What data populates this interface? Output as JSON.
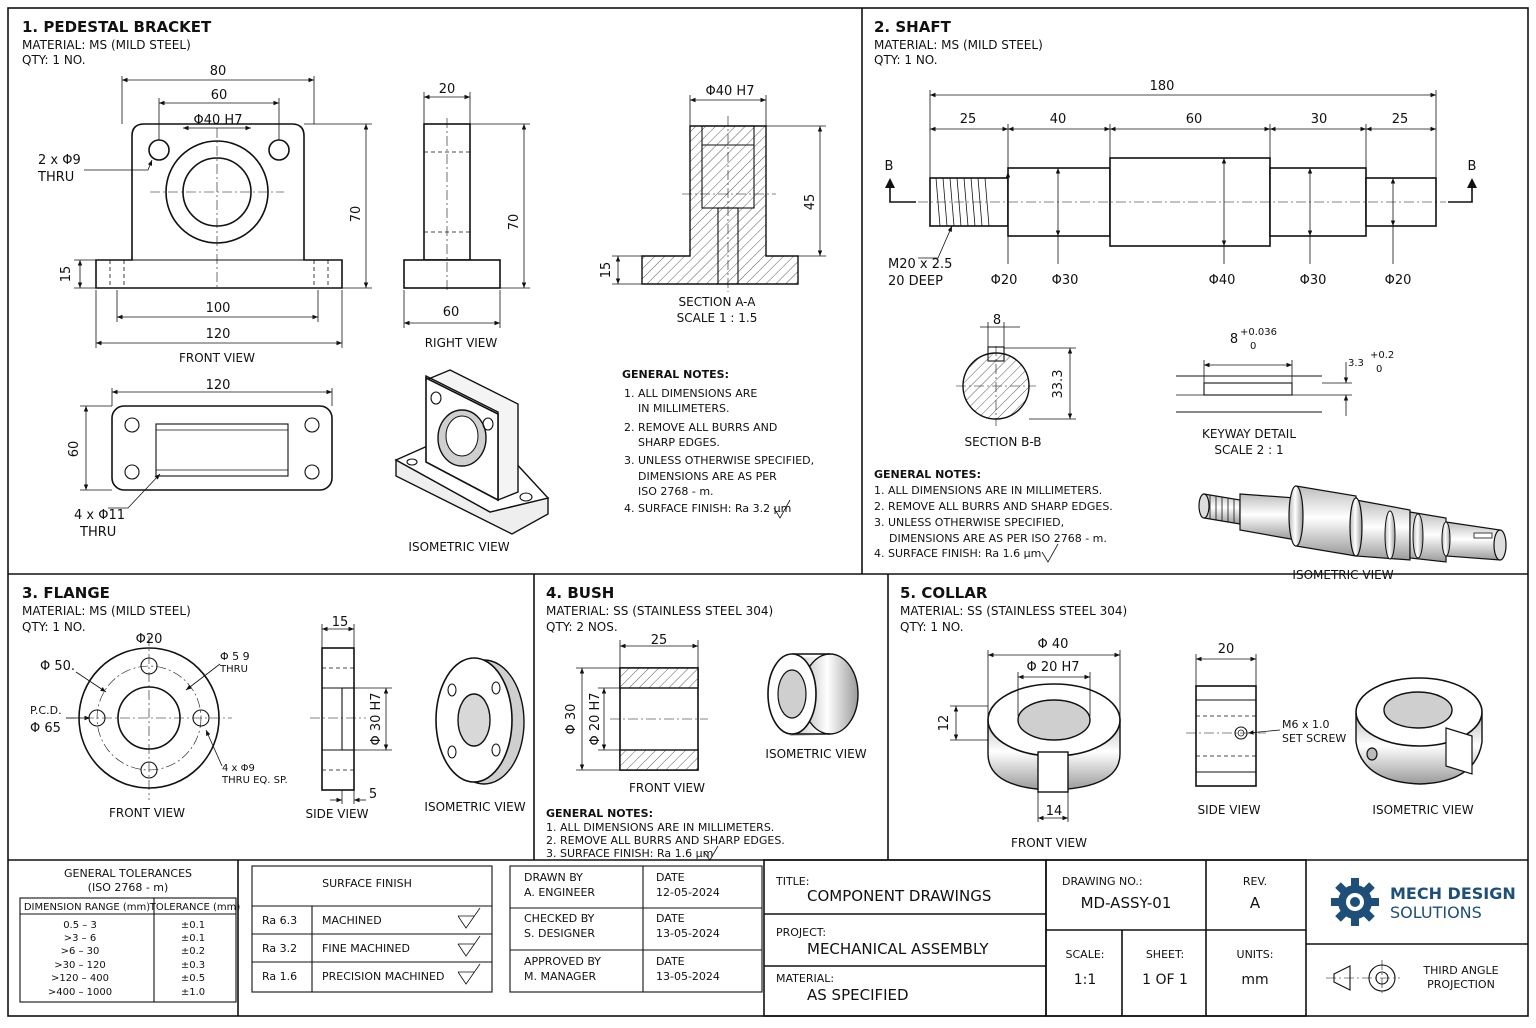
{
  "bracket": {
    "title": "1. PEDESTAL BRACKET",
    "material": "MATERIAL: MS (MILD STEEL)",
    "qty": "QTY: 1 NO.",
    "dims": {
      "w80": "80",
      "w60": "60",
      "bore": "Φ40 H7",
      "h70": "70",
      "h15": "15",
      "w100": "100",
      "w120": "120",
      "holes_a": "2 x Φ9",
      "holes_b": "THRU",
      "side20": "20",
      "side70": "70",
      "side60": "60",
      "top120": "120",
      "top60": "60",
      "top_holes_a": "4 x Φ11",
      "top_holes_b": "THRU",
      "sec_bore": "Φ40 H7",
      "sec45": "45",
      "sec15": "15"
    },
    "views": {
      "front": "FRONT VIEW",
      "right": "RIGHT VIEW",
      "section_a": "SECTION A-A",
      "section_b": "SCALE 1 : 1.5",
      "iso": "ISOMETRIC VIEW"
    },
    "notes_title": "GENERAL NOTES:",
    "notes": [
      "1.  ALL DIMENSIONS ARE",
      "IN MILLIMETERS.",
      "2.  REMOVE ALL BURRS AND",
      "SHARP EDGES.",
      "3.  UNLESS OTHERWISE SPECIFIED,",
      "DIMENSIONS ARE AS PER",
      "ISO 2768 - m.",
      "4.  SURFACE FINISH: Ra 3.2 µm"
    ]
  },
  "shaft": {
    "title": "2. SHAFT",
    "material": "MATERIAL: MS (MILD STEEL)",
    "qty": "QTY: 1 NO.",
    "dims": {
      "total": "180",
      "s1": "25",
      "s2": "40",
      "s3": "60",
      "s4": "30",
      "s5": "25",
      "d1": "Φ20",
      "d2": "Φ30",
      "d3": "Φ40",
      "d4": "Φ30",
      "d5": "Φ20",
      "thread_a": "M20 x 2.5",
      "thread_b": "20 DEEP",
      "sec_label": "B",
      "key_w": "8",
      "key_h": "33.3",
      "kw": "8",
      "kw_tol_up": "+0.036",
      "kw_tol_lo": "0",
      "kd": "3.3",
      "kd_tol_up": "+0.2",
      "kd_tol_lo": "0"
    },
    "views": {
      "section": "SECTION B-B",
      "keyway_a": "KEYWAY DETAIL",
      "keyway_b": "SCALE 2 : 1",
      "iso": "ISOMETRIC VIEW"
    },
    "notes_title": "GENERAL NOTES:",
    "notes": [
      "1.  ALL DIMENSIONS ARE IN MILLIMETERS.",
      "2.  REMOVE ALL BURRS AND SHARP EDGES.",
      "3.  UNLESS OTHERWISE SPECIFIED,",
      "DIMENSIONS ARE AS PER ISO 2768 - m.",
      "4.  SURFACE FINISH: Ra 1.6 µm"
    ]
  },
  "flange": {
    "title": "3. FLANGE",
    "material": "MATERIAL: MS (MILD STEEL)",
    "qty": "QTY: 1 NO.",
    "dims": {
      "top": "Φ20",
      "outer": "Φ 50.",
      "hole_a": "Φ 5 9",
      "hole_b": "THRU",
      "pcd_a": "P.C.D.",
      "pcd_b": "Φ 65",
      "holes_a": "4 x Φ9",
      "holes_b": "THRU EQ. SP.",
      "side15": "15",
      "side_bore": "Φ 30 H7",
      "side5": "5"
    },
    "views": {
      "front": "FRONT VIEW",
      "side": "SIDE VIEW",
      "iso": "ISOMETRIC VIEW"
    }
  },
  "bush": {
    "title": "4. BUSH",
    "material": "MATERIAL: SS (STAINLESS STEEL 304)",
    "qty": "QTY: 2 NOS.",
    "dims": {
      "len": "25",
      "od": "Φ 30",
      "id": "Φ 20 H7"
    },
    "views": {
      "front": "FRONT VIEW",
      "iso": "ISOMETRIC VIEW"
    },
    "notes_title": "GENERAL NOTES:",
    "notes": [
      "1.  ALL DIMENSIONS ARE IN MILLIMETERS.",
      "2.  REMOVE ALL BURRS AND SHARP EDGES.",
      "3.  SURFACE FINISH: Ra 1.6 µm"
    ]
  },
  "collar": {
    "title": "5. COLLAR",
    "material": "MATERIAL: SS (STAINLESS STEEL 304)",
    "qty": "QTY: 1 NO.",
    "dims": {
      "od": "Φ 40",
      "id": "Φ 20 H7",
      "h12": "12",
      "slot": "14",
      "side20": "20",
      "screw_a": "M6 x 1.0",
      "screw_b": "SET SCREW"
    },
    "views": {
      "front": "FRONT VIEW",
      "side": "SIDE VIEW",
      "iso": "ISOMETRIC VIEW"
    }
  },
  "tolerances": {
    "title_a": "GENERAL TOLERANCES",
    "title_b": "(ISO 2768 - m)",
    "col_range": "DIMENSION RANGE (mm)",
    "col_tol": "TOLERANCE (mm)",
    "rows": [
      [
        "0.5  –  3",
        "±0.1"
      ],
      [
        ">3  –  6",
        "±0.1"
      ],
      [
        ">6  –  30",
        "±0.2"
      ],
      [
        ">30 – 120",
        "±0.3"
      ],
      [
        ">120 – 400",
        "±0.5"
      ],
      [
        ">400 – 1000",
        "±1.0"
      ]
    ]
  },
  "surface_finish": {
    "title": "SURFACE FINISH",
    "rows": [
      [
        "Ra 6.3",
        "MACHINED"
      ],
      [
        "Ra 3.2",
        "FINE MACHINED"
      ],
      [
        "Ra 1.6",
        "PRECISION MACHINED"
      ]
    ]
  },
  "approvals": {
    "drawn_label": "DRAWN BY",
    "drawn_by": "A. ENGINEER",
    "drawn_date_label": "DATE",
    "drawn_date": "12-05-2024",
    "checked_label": "CHECKED BY",
    "checked_by": "S. DESIGNER",
    "checked_date_label": "DATE",
    "checked_date": "13-05-2024",
    "approved_label": "APPROVED BY",
    "approved_by": "M. MANAGER",
    "approved_date_label": "DATE",
    "approved_date": "13-05-2024"
  },
  "title_block": {
    "title_label": "TITLE:",
    "title": "COMPONENT DRAWINGS",
    "project_label": "PROJECT:",
    "project": "MECHANICAL ASSEMBLY",
    "material_label": "MATERIAL:",
    "material": "AS SPECIFIED",
    "drawing_no_label": "DRAWING NO.:",
    "drawing_no": "MD-ASSY-01",
    "rev_label": "REV.",
    "rev": "A",
    "scale_label": "SCALE:",
    "scale": "1:1",
    "sheet_label": "SHEET:",
    "sheet": "1 OF 1",
    "units_label": "UNITS:",
    "units": "mm",
    "company_a": "MECH DESIGN",
    "company_b": "SOLUTIONS",
    "projection_a": "THIRD ANGLE",
    "projection_b": "PROJECTION",
    "brand_color": "#1f4e79"
  }
}
